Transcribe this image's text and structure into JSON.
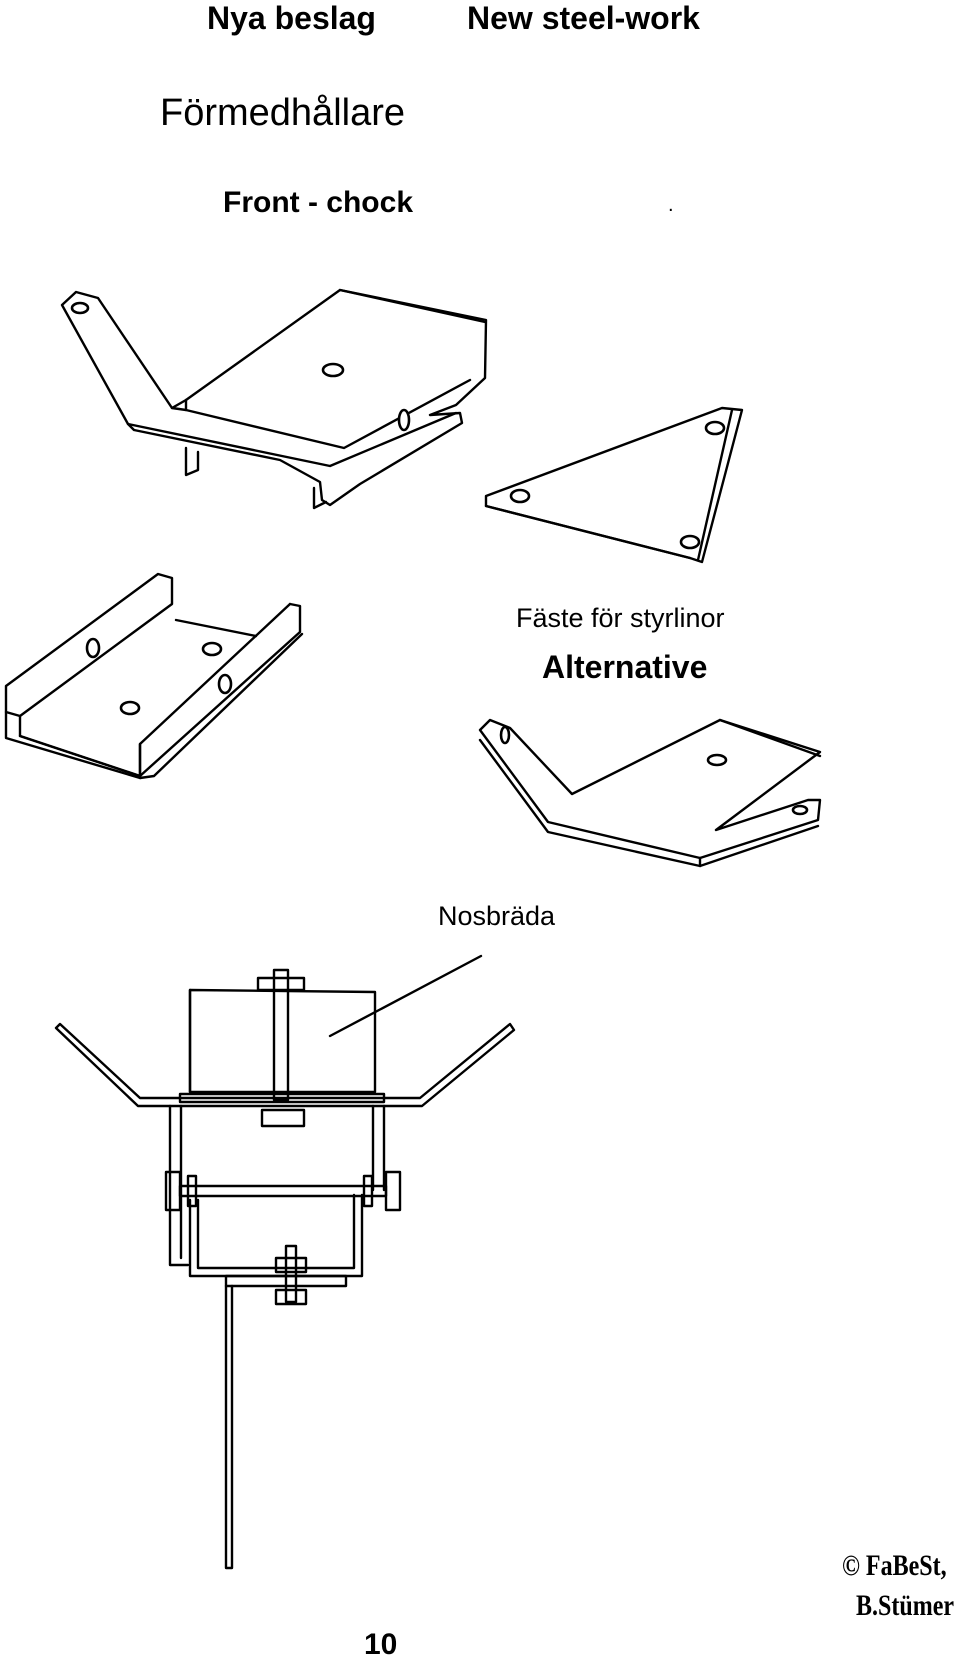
{
  "header": {
    "title_sv": "Nya beslag",
    "title_en": "New steel-work"
  },
  "section": {
    "heading_sv": "Förmedhållare",
    "heading_en": "Front - chock",
    "stray_mark": "."
  },
  "labels": {
    "mount_for_guide_lines": "Fäste för styrlinor",
    "alternative": "Alternative",
    "nose_board": "Nosbräda"
  },
  "footer": {
    "page_number": "10",
    "copyright_line1": "© FaBeSt,",
    "copyright_line2": "B.Stümer"
  }
}
